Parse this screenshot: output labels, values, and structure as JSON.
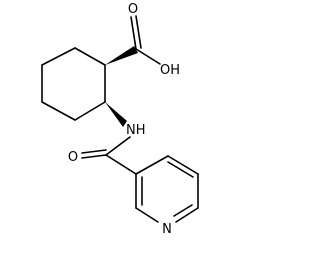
{
  "molecule": {
    "atoms": {
      "carboxyl_oxygen": "O",
      "hydroxyl": "OH",
      "amide_nitrogen": "NH",
      "amide_oxygen": "O",
      "pyridine_nitrogen": "N"
    }
  }
}
